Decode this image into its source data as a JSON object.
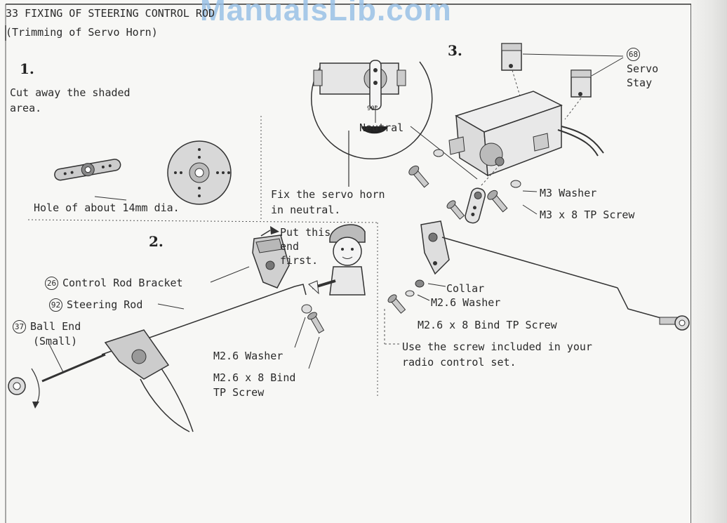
{
  "watermark": "ManualsLib.com",
  "header": {
    "title": "33 FIXING OF STEERING CONTROL ROD",
    "subtitle": "(Trimming of Servo Horn)"
  },
  "step1": {
    "number": "1.",
    "instruction_line1": "Cut away the shaded",
    "instruction_line2": "area.",
    "hole_label": "Hole of about 14mm dia."
  },
  "neutral": {
    "angle": "90°",
    "label": "Neutral",
    "instruction_line1": "Fix the servo horn",
    "instruction_line2": "in neutral."
  },
  "step2": {
    "number": "2.",
    "note_line1": "Put this",
    "note_line2": "end",
    "note_line3": "first.",
    "bracket": "Control Rod Bracket",
    "bracket_no": "26",
    "rod": "Steering Rod",
    "rod_no": "92",
    "ball_end": "Ball End",
    "ball_end_no": "37",
    "ball_end_size": "(Small)",
    "washer": "M2.6 Washer",
    "screw_line1": "M2.6 x 8 Bind",
    "screw_line2": "TP Screw"
  },
  "step3": {
    "number": "3.",
    "stay_no": "68",
    "stay_line1": "Servo",
    "stay_line2": "Stay",
    "m3_washer": "M3 Washer",
    "m3_screw": "M3 x 8 TP Screw",
    "collar": "Collar",
    "m26_washer": "M2.6 Washer",
    "m26_screw": "M2.6 x 8 Bind TP Screw",
    "note_line1": "Use the screw included in your",
    "note_line2": "radio control set."
  }
}
